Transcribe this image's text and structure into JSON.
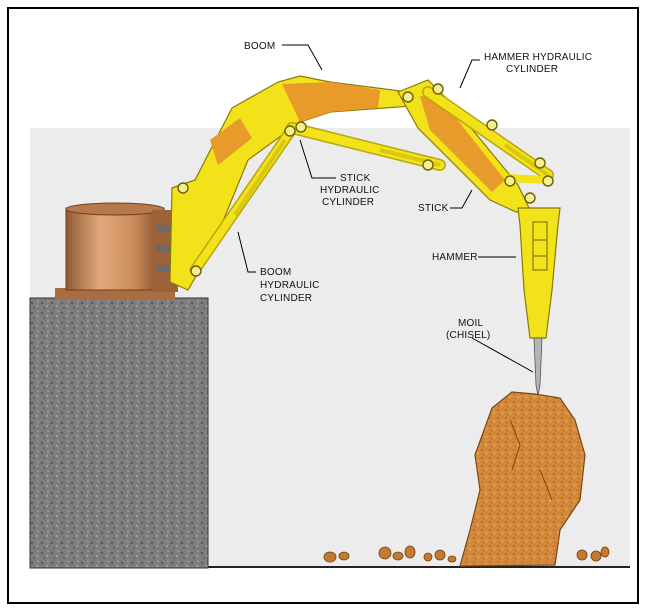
{
  "labels": {
    "boom": "BOOM",
    "hammer_cyl_1": "HAMMER HYDRAULIC",
    "hammer_cyl_2": "CYLINDER",
    "stick_cyl_1": "STICK",
    "stick_cyl_2": "HYDRAULIC",
    "stick_cyl_3": "CYLINDER",
    "stick": "STICK",
    "hammer": "HAMMER",
    "boom_cyl_1": "BOOM",
    "boom_cyl_2": "HYDRAULIC",
    "boom_cyl_3": "CYLINDER",
    "moil_1": "MOIL",
    "moil_2": "(CHISEL)"
  },
  "colors": {
    "arm": "#f2e21a",
    "arm_dark": "#b9a60c",
    "boom_accent": "#e89a2a",
    "pedestal": "#c98a58",
    "concrete": "#7d7d7d",
    "rock": "#d48a3c",
    "frame": "#000000"
  }
}
